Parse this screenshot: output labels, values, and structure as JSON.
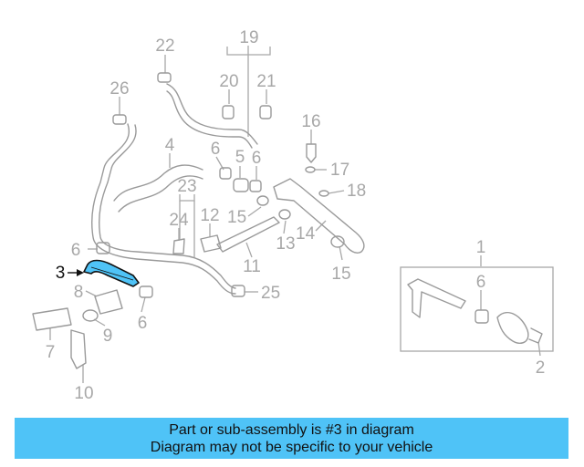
{
  "callouts": {
    "n1": "1",
    "n2": "2",
    "n3": "3",
    "n4": "4",
    "n5": "5",
    "n6a": "6",
    "n6b": "6",
    "n6c": "6",
    "n6d": "6",
    "n6e": "6",
    "n7": "7",
    "n8": "8",
    "n9": "9",
    "n10": "10",
    "n11": "11",
    "n12": "12",
    "n13": "13",
    "n14": "14",
    "n15a": "15",
    "n15b": "15",
    "n16": "16",
    "n17": "17",
    "n18": "18",
    "n19": "19",
    "n20": "20",
    "n21": "21",
    "n22": "22",
    "n23": "23",
    "n24": "24",
    "n25": "25",
    "n26": "26"
  },
  "colors": {
    "banner_bg": "#4fc3f7",
    "highlight": "#4fc3f7",
    "line_gray": "#9a9a9a"
  },
  "banner": {
    "line1": "Part or sub-assembly is #3 in diagram",
    "line2": "Diagram may not be specific to your vehicle"
  }
}
